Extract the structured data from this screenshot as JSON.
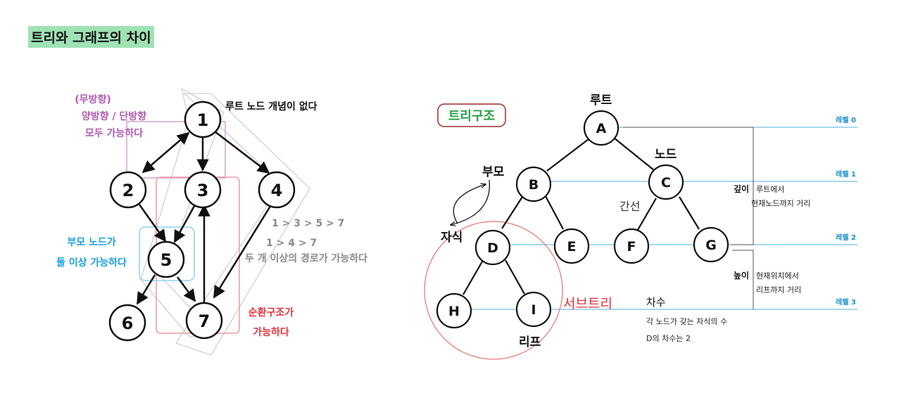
{
  "title": "트리와 그래프의 차이",
  "graph": {
    "nodes": [
      "1",
      "2",
      "3",
      "4",
      "5",
      "6",
      "7"
    ],
    "notes": {
      "no_root": "루트 노드 개념이 없다",
      "direction_1": "(무방향)",
      "direction_2": "양방향 / 단방향",
      "direction_3": "모두 가능하다",
      "multi_parent_1": "부모 노드가",
      "multi_parent_2": "둘 이상  가능하다",
      "path_1": "1 > 3 > 5 > 7",
      "path_2": "1  >  4  >  7",
      "path_3": "두 개 이상의 경로가 가능하다",
      "cycle_1": "순환구조가",
      "cycle_2": "가능하다"
    }
  },
  "tree": {
    "badge": "트리구조",
    "nodes": [
      "A",
      "B",
      "C",
      "D",
      "E",
      "F",
      "G",
      "H",
      "I"
    ],
    "labels": {
      "root": "루트",
      "node": "노드",
      "parent": "부모",
      "child": "자식",
      "edge": "간선",
      "leaf": "리프",
      "subtree": "서브트리"
    },
    "levels": [
      "레벨 0",
      "레벨 1",
      "레벨 2",
      "레벨 3"
    ],
    "depth": {
      "label": "깊이",
      "desc_1": "루트에서",
      "desc_2": "현재노드까지 거리"
    },
    "height": {
      "label": "높이",
      "desc_1": "현재위치에서",
      "desc_2": "리프까지 거리"
    },
    "degree": {
      "label": "차수",
      "desc_1": "각 노드가 갖는 자식의 수",
      "desc_2": "D의 차수는 2"
    }
  },
  "colors": {
    "title_bg": "#9fe2b4",
    "purple": "#b45ab4",
    "blue": "#1aa0e0",
    "red": "#e0333c",
    "gray": "#8a8a8a",
    "level_line": "#4fb2e6",
    "badge_border": "#9b2a2a"
  }
}
